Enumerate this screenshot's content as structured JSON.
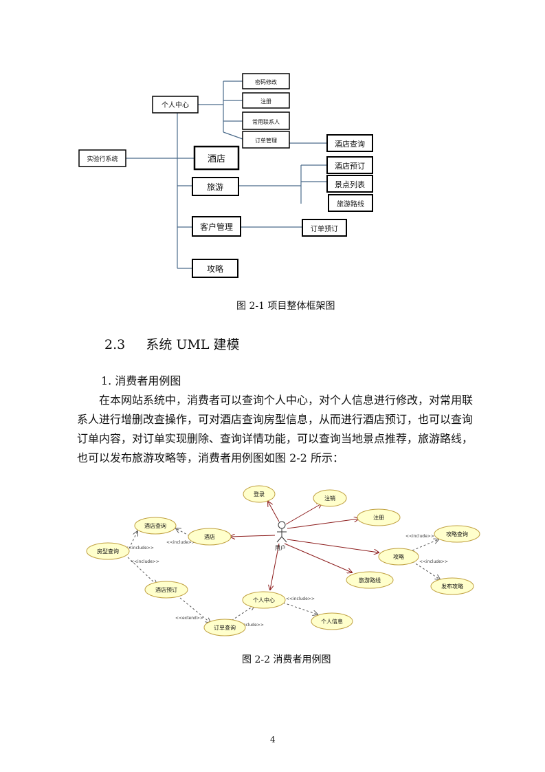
{
  "figure1": {
    "root": "实验行系统",
    "center": "个人中心",
    "center_children": [
      "密码修改",
      "注册",
      "常用联系人",
      "订单管理"
    ],
    "hotel": "酒店",
    "hotel_children": [
      "酒店查询",
      "酒店预订"
    ],
    "travel": "旅游",
    "travel_children": [
      "景点列表",
      "旅游路线"
    ],
    "customer": "客户管理",
    "customer_children": [
      "订单预订"
    ],
    "guide": "攻略",
    "caption": "图 2-1  项目整体框架图"
  },
  "section": {
    "number": "2.3",
    "title": "系统 UML 建模"
  },
  "subsection": "1.  消费者用例图",
  "paragraph": [
    "　　在本网站系统中，消费者可以查询个人中心，对个人信息进行修改，对常用联",
    "系人进行增删改查操作，可对酒店查询房型信息，从而进行酒店预订，也可以查询",
    "订单内容，对订单实现删除、查询详情功能，可以查询当地景点推荐，旅游路线，",
    "也可以发布旅游攻略等，消费者用例图如图 2-2 所示："
  ],
  "figure2": {
    "actor": "用户",
    "usecases": {
      "login": "登录",
      "logout": "注销",
      "register": "注册",
      "hotel_query": "酒店查询",
      "hotel": "酒店",
      "room_query": "房型查询",
      "hotel_book": "酒店预订",
      "center": "个人中心",
      "order_query": "订单查询",
      "personal_info": "个人信息",
      "travel_route": "旅游路线",
      "guide": "攻略",
      "guide_query": "攻略查询",
      "publish_guide": "发布攻略"
    },
    "include": "<<include>>",
    "extend": "<<extend>>",
    "colors": {
      "usecase_fill": "#ffffcc",
      "usecase_stroke": "#c0a040",
      "link": "#8b1a1a"
    },
    "caption": "图 2-2  消费者用例图"
  },
  "page_number": "4"
}
